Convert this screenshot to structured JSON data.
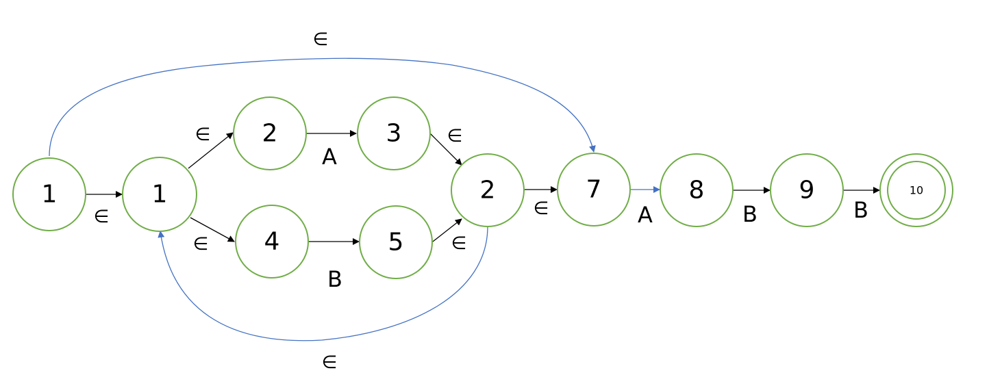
{
  "colors": {
    "node_stroke": "#70ad47",
    "edge_black": "#000000",
    "edge_blue": "#4472c4"
  },
  "nodes": [
    {
      "id": "n1a",
      "label": "1"
    },
    {
      "id": "n1b",
      "label": "1"
    },
    {
      "id": "n2a",
      "label": "2"
    },
    {
      "id": "n3",
      "label": "3"
    },
    {
      "id": "n4",
      "label": "4"
    },
    {
      "id": "n5",
      "label": "5"
    },
    {
      "id": "n2b",
      "label": "2"
    },
    {
      "id": "n7",
      "label": "7"
    },
    {
      "id": "n8",
      "label": "8"
    },
    {
      "id": "n9",
      "label": "9"
    },
    {
      "id": "n10",
      "label": "10",
      "accepting": true
    }
  ],
  "edges": [
    {
      "from": "n1a",
      "to": "n1b",
      "label": "∈"
    },
    {
      "from": "n1b",
      "to": "n2a",
      "label": "∈"
    },
    {
      "from": "n1b",
      "to": "n4",
      "label": "∈"
    },
    {
      "from": "n2a",
      "to": "n3",
      "label": "A"
    },
    {
      "from": "n4",
      "to": "n5",
      "label": "B"
    },
    {
      "from": "n3",
      "to": "n2b",
      "label": "∈"
    },
    {
      "from": "n5",
      "to": "n2b",
      "label": "∈"
    },
    {
      "from": "n2b",
      "to": "n7",
      "label": "∈"
    },
    {
      "from": "n7",
      "to": "n8",
      "label": "A"
    },
    {
      "from": "n8",
      "to": "n9",
      "label": "B"
    },
    {
      "from": "n9",
      "to": "n10",
      "label": "B"
    },
    {
      "from": "n1a",
      "to": "n7",
      "label": "∈"
    },
    {
      "from": "n2b",
      "to": "n1b",
      "label": "∈"
    }
  ]
}
